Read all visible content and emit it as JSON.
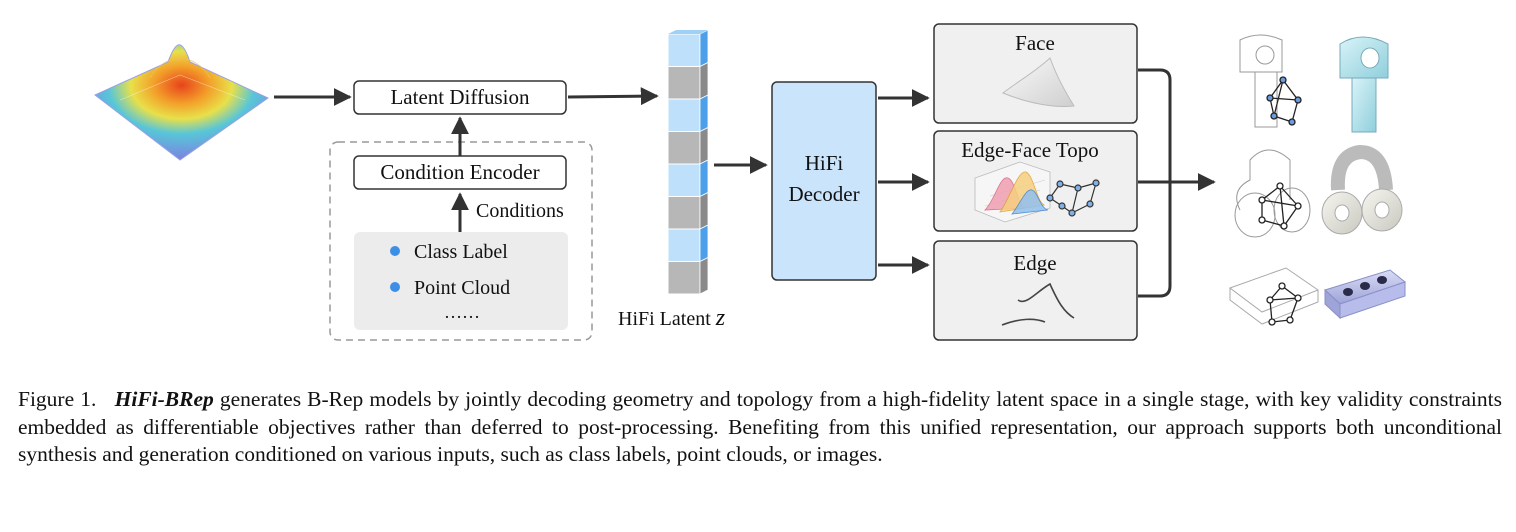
{
  "diagram": {
    "latent_diffusion": "Latent Diffusion",
    "condition_encoder": "Condition Encoder",
    "conditions_label": "Conditions",
    "conditions": [
      "Class Label",
      "Point Cloud"
    ],
    "conditions_more": "……",
    "latent_label_prefix": "HiFi Latent",
    "latent_symbol": "z",
    "decoder_line1": "HiFi",
    "decoder_line2": "Decoder",
    "face_label": "Face",
    "topo_label": "Edge-Face Topo",
    "edge_label": "Edge",
    "latent_cells": [
      "blue",
      "gray",
      "blue",
      "gray",
      "blue",
      "gray",
      "blue",
      "gray"
    ],
    "colors": {
      "latent_blue": "#bfe0fb",
      "latent_gray": "#b7b7b7",
      "decoder_fill": "#c9e4fb",
      "dot": "#3d8fe6",
      "condition_panel": "#ececec"
    }
  },
  "caption": {
    "prefix": "Figure 1.",
    "name": "HiFi-BRep",
    "text": " generates B-Rep models by jointly decoding geometry and topology from a high-fidelity latent space in a single stage, with key validity constraints embedded as differentiable objectives rather than deferred to post-processing. Benefiting from this unified representation, our approach supports both unconditional synthesis and generation conditioned on various inputs, such as class labels, point clouds, or images."
  }
}
